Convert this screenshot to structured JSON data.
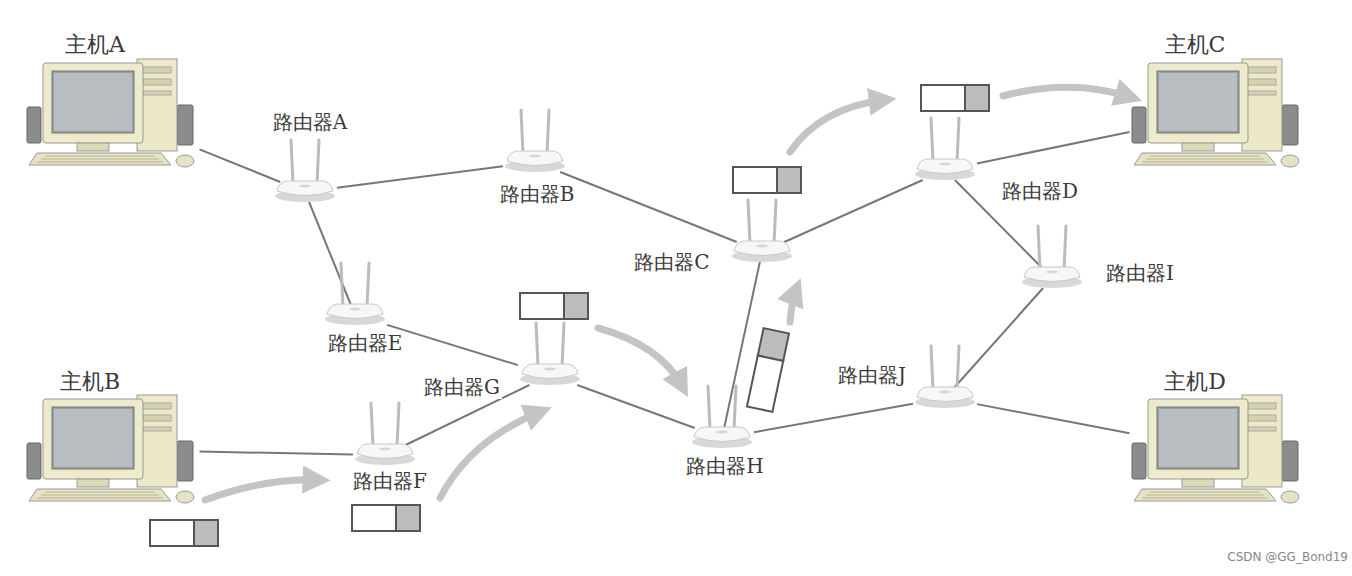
{
  "diagram": {
    "nodes": [
      {
        "text": [
          "主机A"
        ]
      },
      {
        "text": [
          "路由器A"
        ]
      },
      {
        "text": [
          "路由器B"
        ]
      },
      {
        "text": [
          "主机C"
        ]
      },
      {
        "text": [
          "路由器C"
        ]
      },
      {
        "text": [
          "路由器D"
        ]
      },
      {
        "text": [
          "路由器E"
        ]
      },
      {
        "text": [
          "路由器I"
        ]
      },
      {
        "text": [
          "主机B"
        ]
      },
      {
        "text": [
          "路由器G"
        ]
      },
      {
        "text": [
          "路由器J"
        ]
      },
      {
        "text": [
          "主机D"
        ]
      },
      {
        "text": [
          "路由器F"
        ]
      },
      {
        "text": [
          "路由器H"
        ]
      }
    ],
    "edges": [
      {
        "from": 0,
        "to": 1,
        "arrow": "none"
      },
      {
        "from": 1,
        "to": 2,
        "arrow": "none"
      },
      {
        "from": 1,
        "to": 6,
        "arrow": "none"
      },
      {
        "from": 2,
        "to": 4,
        "arrow": "none"
      },
      {
        "from": 4,
        "to": 5,
        "arrow": "none"
      },
      {
        "from": 5,
        "to": 3,
        "arrow": "none"
      },
      {
        "from": 5,
        "to": 7,
        "arrow": "none"
      },
      {
        "from": 6,
        "to": 9,
        "arrow": "none"
      },
      {
        "from": 9,
        "to": 13,
        "arrow": "none"
      },
      {
        "from": 13,
        "to": 4,
        "arrow": "none"
      },
      {
        "from": 13,
        "to": 10,
        "arrow": "none"
      },
      {
        "from": 10,
        "to": 7,
        "arrow": "none"
      },
      {
        "from": 10,
        "to": 11,
        "arrow": "none"
      },
      {
        "from": 8,
        "to": 12,
        "arrow": "none"
      },
      {
        "from": 12,
        "to": 9,
        "arrow": "none"
      }
    ],
    "labels": [
      "CSDN @GG_Bond19"
    ]
  }
}
